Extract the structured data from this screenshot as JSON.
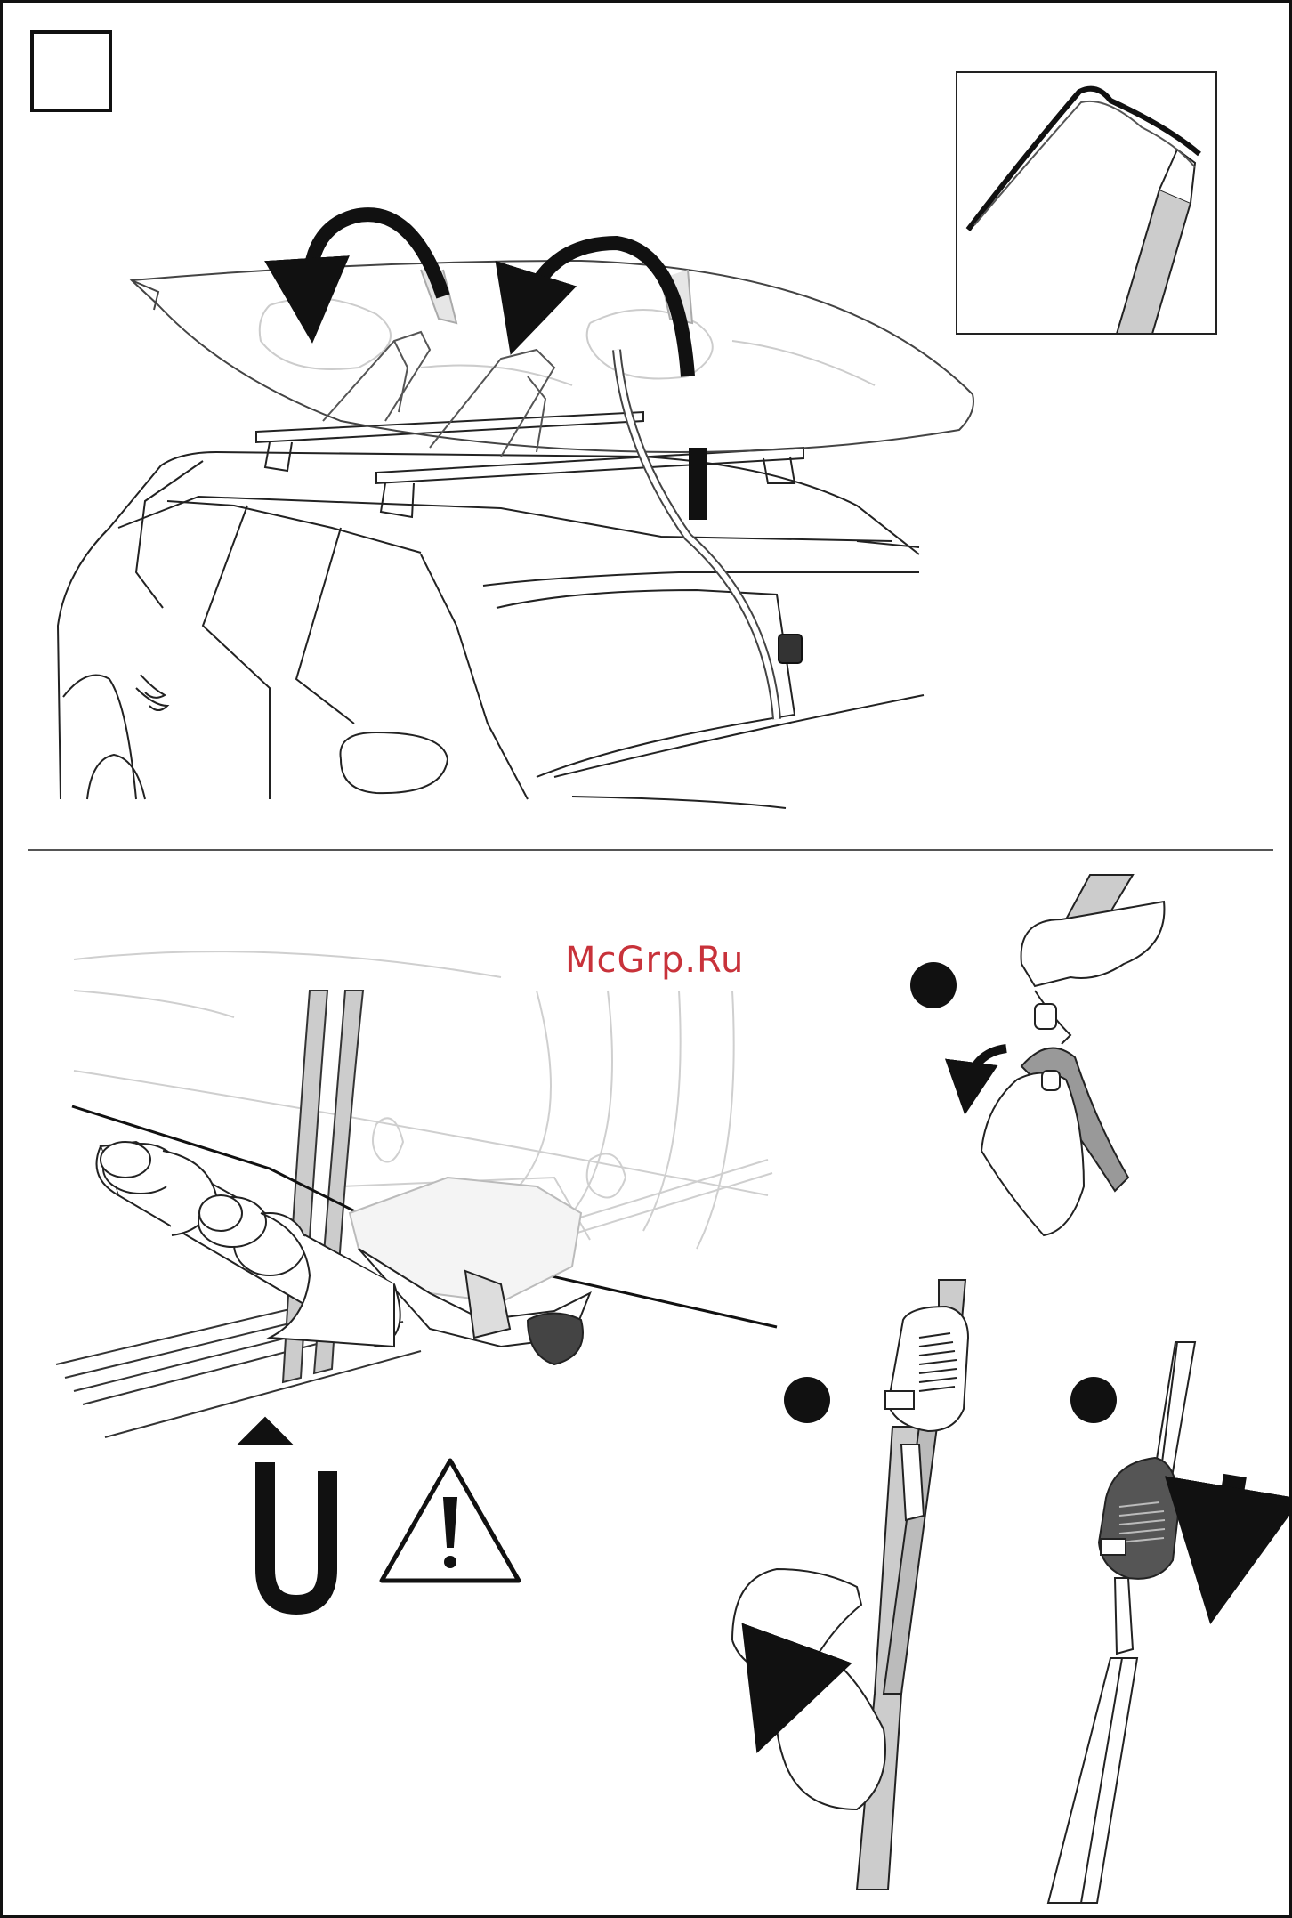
{
  "watermark": {
    "text": "McGrp.Ru",
    "color": "#c8323a"
  },
  "colors": {
    "ink": "#111111",
    "strap": "#cccccc",
    "faint": "#c8c8c8",
    "rule": "#555555"
  },
  "icons": {
    "step_box": "empty-step-box",
    "rotate_arrow": "curved-arrow-icon",
    "warning": "warning-triangle-icon",
    "u_turn": "u-turn-arrow-icon",
    "down_arrow": "down-arrow-icon",
    "step_marker": "black-dot-icon"
  },
  "panels": [
    {
      "name": "roof-kayak-strap-panel"
    },
    {
      "name": "strap-loop-detail-inset"
    },
    {
      "name": "cradle-strap-panel"
    },
    {
      "name": "buckle-step-1"
    },
    {
      "name": "buckle-step-2"
    },
    {
      "name": "buckle-step-3"
    }
  ]
}
